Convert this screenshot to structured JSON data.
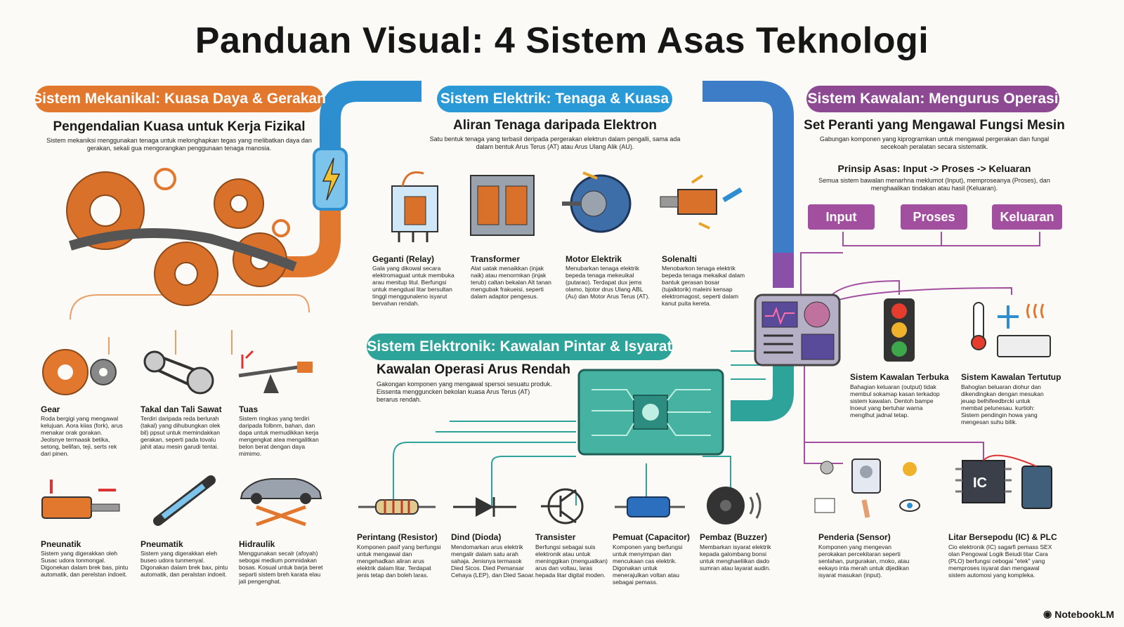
{
  "title": "Panduan Visual: 4 Sistem Asas Teknologi",
  "colors": {
    "mechanical": "#e2772e",
    "electrical": "#2a9ad6",
    "control": "#8d4a93",
    "electronic": "#2ea39a",
    "pipe_blue": "#2d8fd0",
    "pipe_orange": "#e2772e"
  },
  "mechanical": {
    "header": "Sistem Mekanikal: Kuasa Daya & Gerakan",
    "subtitle": "Pengendalian Kuasa untuk Kerja Fizikal",
    "description": "Sistem mekaniksi menggunakan tenaga untuk melonghapkan tegas yang melibatkan daya dan gerakan, sekali gua mengorangkan penggunaan tenaga manosia.",
    "items": [
      {
        "label": "Gear",
        "icon": "gear-icon",
        "text": "Roda bergigi yang mengawal kelujuan. Aora kiias (fork), arus menakar orak gorakan. Jeolsnye termaask betika, setong, belifan, teji, serts rek dari pinen."
      },
      {
        "label": "Takal dan Tali Sawat",
        "icon": "pulley-icon",
        "text": "Terdiri daripada reda berlurah (takal) yang dihubungkan olek bil) ppsut untuk memindakkan gerakan, seperti pada tovalu jahit atau mesin garudi tentai."
      },
      {
        "label": "Tuas",
        "icon": "lever-icon",
        "text": "Sistem ringkas yang terdiri daripada folbnm, bahan, dan dapa untuk memudikkan kerja mengengkat atea mengalitkan belon berat dengan daya mimimo."
      },
      {
        "label": "Pneunatik",
        "icon": "pneumatic-cylinder-icon",
        "text": "Sistem yang digerakkan oleh Susac udora tonmongal. Digonekan dalam brek bas, pintu automatik, dan perelstan indoeit."
      },
      {
        "label": "Pneumatik",
        "icon": "syringe-icon",
        "text": "Sistem yang digerakkan eleh buseo udora tunmenyal. Digonakan dalam brek bax, pintu automatik, dan peralstan indoeit."
      },
      {
        "label": "Hidraulik",
        "icon": "car-lift-icon",
        "text": "Menggunakan secalr (afoyah) sebogai medium pomnidakan bosas. Kosual untuk barja beret separti sistem breh karata elau jali pengenghat."
      }
    ]
  },
  "electrical": {
    "header": "Sistem Elektrik: Tenaga & Kuasa",
    "subtitle": "Aliran Tenaga daripada Elektron",
    "description": "Satu bentuk tenaga yang terbasil deripada pergerakan elektrun dalam pengalli, sama ada dalam bentuk Arus Terus (AT) atau Arus Ulang Alik (AU).",
    "items": [
      {
        "label": "Geganti (Relay)",
        "icon": "relay-icon",
        "text": "Gala yang dikowal secara elektromaguat untuk membuka arau menitup litul. Berfungsi untuk mengdual litar bersultan tinggl menggunaleno isyarut bervahan rendah."
      },
      {
        "label": "Transformer",
        "icon": "transformer-icon",
        "text": "Alat uatak menaikkan (injak naik) atau menormkan (injak terub) caltan bekalan Alt tanan mengubak frakueisi, seperti dalam adaptor pengesus."
      },
      {
        "label": "Motor Elektrik",
        "icon": "motor-icon",
        "text": "Menubarkan tenaga elektrik bepeda tenaga mekeuikal (putarao). Terdapat dux jems olamo, bjotor drus Ulang ABL (Au) dan Motor Arus Terus (AT)."
      },
      {
        "label": "Solenalti",
        "icon": "solenoid-icon",
        "text": "Menobarkon tenaga elektrik bepeda tenaga mekaikal dalam bantuk gerasan bosar (tujalktorik) maleini kensap elektromagost, seperti dalam kanut puita kereta."
      }
    ]
  },
  "control": {
    "header": "Sistem Kawalan: Mengurus Operasi",
    "subtitle": "Set Peranti yang Mengawal Fungsi Mesin",
    "description": "Gabungan komponen yang kiprogramkan untuk mengawal pergerakan dan fungal secekoah peralatan secara sistematik.",
    "principle_title": "Prinsip Asas: Input -> Proses -> Keluaran",
    "principle_text": "Semua sistem bawalan menarhna meklumot (Input), memproseanya (Proses), dan menghaalikan tindakan atau hasil (Keluaran).",
    "flow": [
      "Input",
      "Proses",
      "Keluaran"
    ],
    "items": [
      {
        "label": "Sistem Kawalan Terbuka",
        "icon": "traffic-light-icon",
        "text": "Bahagian keluaran (output) tidak membul sokamap kasan terkadop sistem kawalan. Dentoh bampe lnoeut yang bertuhar warna menglhut jadnal tetap."
      },
      {
        "label": "Sistem Kawalan Tertutup",
        "icon": "thermostat-icon",
        "text": "Bahoglan beluaran diohur dan dikendingkan dengan mesukan jeuap belhifeedbrcki untuk membat pelunesau. kurtioh: Sistem pendingin howa yang mengesan suhu bilik."
      },
      {
        "label": "Penderia (Sensor)",
        "icon": "sensor-icon",
        "text": "Komponen yang mengevan perokakan percekitaran seperti senlahan, purgurakan, rnoko, atau eekayo inta merah untuk dijedikan isyarat masukan (input)."
      },
      {
        "label": "Litar Bersepodu (IC) & PLC",
        "icon": "ic-chip-icon",
        "text": "Cio elektronik (IC) sagarfi pemass SEX olan Pengowal Logik Beiudi titar Cara (PLO) berfungsi cebogai \"etek\" yang memproses isyarat dan mengawal sistem automosi yang kompleka."
      }
    ]
  },
  "electronic": {
    "header": "Sistem Elektronik: Kawalan Pintar & Isyarat",
    "subtitle": "Kawalan Operasi Arus Rendah",
    "description": "Gakongan komponen yang mengawal spersoi sesuatu produk. Eissenta mengguncken bekolan kuasa Arus Terus (AT) berarus rendah.",
    "items": [
      {
        "label": "Perintang (Resistor)",
        "icon": "resistor-icon",
        "text": "Komponen pasif yang berfungsi untuk mengawal dan mengehadkan aliran arus elektrik dalam litar. Terdapat jenis tetap dan boleh laras."
      },
      {
        "label": "Dind (Dioda)",
        "icon": "diode-icon",
        "text": "Mendomarkan arus elektrik mengalir dalam satu arah sahaja. Jenisnya termasok Died Sicos. Died Pemansar Cehaya (LEP), dan Died Saoar."
      },
      {
        "label": "Transister",
        "icon": "transistor-icon",
        "text": "Berfungsi sebagai suis elektronik atau untuk meninggikan (menguatkan) arus dan voltau, laras hepada litar digital moden."
      },
      {
        "label": "Pemuat (Capacitor)",
        "icon": "capacitor-icon",
        "text": "Komponen yang berfungsi untuk menyimpan dan mencukaan cas elektrik. Digonakan untuk menerajulkan voltan atau sebagai pemass."
      },
      {
        "label": "Pembaz (Buzzer)",
        "icon": "buzzer-icon",
        "text": "Membarkan isyarat elektrik kepada galombang bonsi untuk menghaeliikan dado sumran atau layarat audin."
      }
    ]
  },
  "brand": "NotebookLM"
}
